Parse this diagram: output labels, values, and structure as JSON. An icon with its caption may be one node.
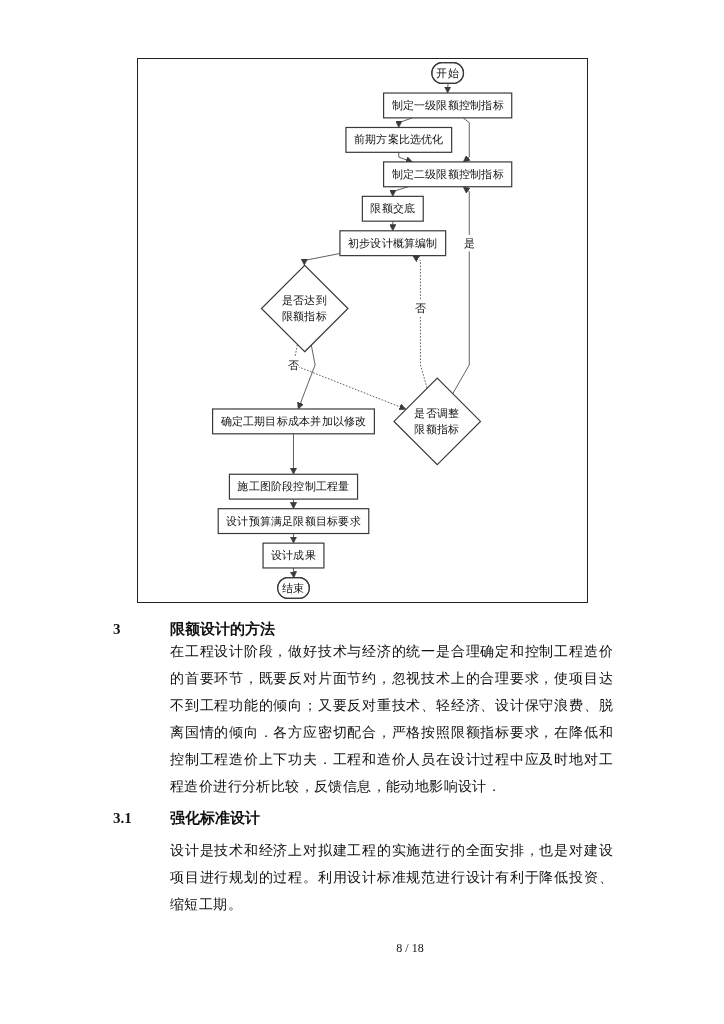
{
  "diagram": {
    "nodes": [
      {
        "text": [
          "开始"
        ]
      },
      {
        "text": [
          "制定一级限额控制指标"
        ]
      },
      {
        "text": [
          "前期方案比选优化"
        ]
      },
      {
        "text": [
          "制定二级限额控制指标"
        ]
      },
      {
        "text": [
          "限额交底"
        ]
      },
      {
        "text": [
          "初步设计概算编制"
        ]
      },
      {
        "text": [
          "是否达到限额指标"
        ]
      },
      {
        "text": [
          "是否调整限额指标"
        ]
      },
      {
        "text": [
          "确定工期目标成本并加以修改"
        ]
      },
      {
        "text": [
          "施工图阶段控制工程量"
        ]
      },
      {
        "text": [
          "设计预算满足限额目标要求"
        ]
      },
      {
        "text": [
          "设计成果"
        ]
      },
      {
        "text": [
          "结束"
        ]
      }
    ],
    "edges": [
      {
        "from": 0,
        "to": 1,
        "arrow": "to"
      },
      {
        "from": 1,
        "to": 2,
        "arrow": "to"
      },
      {
        "from": 1,
        "to": 3,
        "arrow": "to"
      },
      {
        "from": 2,
        "to": 3,
        "arrow": "to"
      },
      {
        "from": 3,
        "to": 4,
        "arrow": "to"
      },
      {
        "from": 4,
        "to": 5,
        "arrow": "to"
      },
      {
        "from": 5,
        "to": 6,
        "arrow": "to"
      },
      {
        "from": 6,
        "to": 7,
        "arrow": "to",
        "label": "否",
        "style": "dashed"
      },
      {
        "from": 7,
        "to": 3,
        "arrow": "to",
        "label": "是"
      },
      {
        "from": 7,
        "to": 5,
        "arrow": "to",
        "label": "否",
        "style": "dashed"
      },
      {
        "from": 6,
        "to": 8,
        "arrow": "to"
      },
      {
        "from": 8,
        "to": 9,
        "arrow": "to"
      },
      {
        "from": 9,
        "to": 10,
        "arrow": "to"
      },
      {
        "from": 10,
        "to": 11,
        "arrow": "to"
      },
      {
        "from": 11,
        "to": 12,
        "arrow": "to"
      }
    ],
    "labels": [
      "3",
      "限额设计的方法",
      "在工程设计阶段，做好技术与经济的统一是合理确定和控制工程造价的首要环节，既要反对片面节约，忽视技术上的合理要求，使项目达不到工程功能的倾向；又要反对重技术、轻经济、设计保守浪费、脱离国情的倾向．各方应密切配合，严格按照限额指标要求，在降低和控制工程造价上下功夫．工程和造价人员在设计过程中应及时地对工程造价进行分析比较，反馈信息，能动地影响设计．",
      "3.1",
      "强化标准设计",
      "设计是技术和经济上对拟建工程的实施进行的全面安排，也是对建设项目进行规划的过程。利用设计标准规范进行设计有利于降低投资、缩短工期。",
      "8 / 18"
    ]
  }
}
